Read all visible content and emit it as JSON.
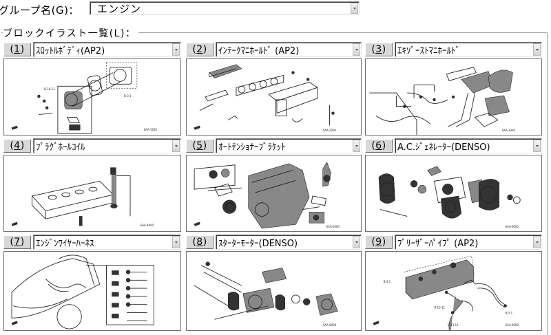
{
  "group": {
    "label": "グループ名(G)：",
    "selected_value": "エンジン"
  },
  "block_list": {
    "label": "ブロックイラスト一覧(L)："
  },
  "blocks": [
    {
      "number": "(1)",
      "number_digit": "1",
      "name": "ｽﾛｯﾄﾙﾎﾞﾃﾞｨ(AP2)",
      "illustration": "throttle-body-diagram"
    },
    {
      "number": "(2)",
      "number_digit": "2",
      "name": "ｲﾝﾃｰｸﾏﾆﾎｰﾙﾄﾞ (AP2)",
      "illustration": "intake-manifold-diagram"
    },
    {
      "number": "(3)",
      "number_digit": "3",
      "name": "ｴｷｿﾞｰｽﾄﾏﾆﾎｰﾙﾄﾞ",
      "illustration": "exhaust-manifold-diagram"
    },
    {
      "number": "(4)",
      "number_digit": "4",
      "name": "ﾌﾟﾗｸﾞﾎｰﾙｺｲﾙ",
      "illustration": "plug-hole-coil-diagram"
    },
    {
      "number": "(5)",
      "number_digit": "5",
      "name": "ｵｰﾄﾃﾝｼｮﾅｰﾌﾞﾗｹｯﾄ",
      "illustration": "auto-tensioner-bracket-diagram"
    },
    {
      "number": "(6)",
      "number_digit": "6",
      "name": "A.C.ｼﾞｪﾈﾚｰﾀｰ(DENSO)",
      "illustration": "ac-generator-diagram"
    },
    {
      "number": "(7)",
      "number_digit": "7",
      "name": "ｴﾝｼﾞﾝﾜｲﾔｰﾊｰﾈｽ",
      "illustration": "engine-wire-harness-diagram"
    },
    {
      "number": "(8)",
      "number_digit": "8",
      "name": "ｽﾀｰﾀｰﾓｰﾀｰ(DENSO)",
      "illustration": "starter-motor-diagram"
    },
    {
      "number": "(9)",
      "number_digit": "9",
      "name": "ﾌﾞﾘｰｻﾞｰﾊﾟｲﾌﾟ (AP2)",
      "illustration": "breather-pipe-diagram"
    }
  ],
  "icons": {
    "dropdown": "chevron-down-icon"
  }
}
